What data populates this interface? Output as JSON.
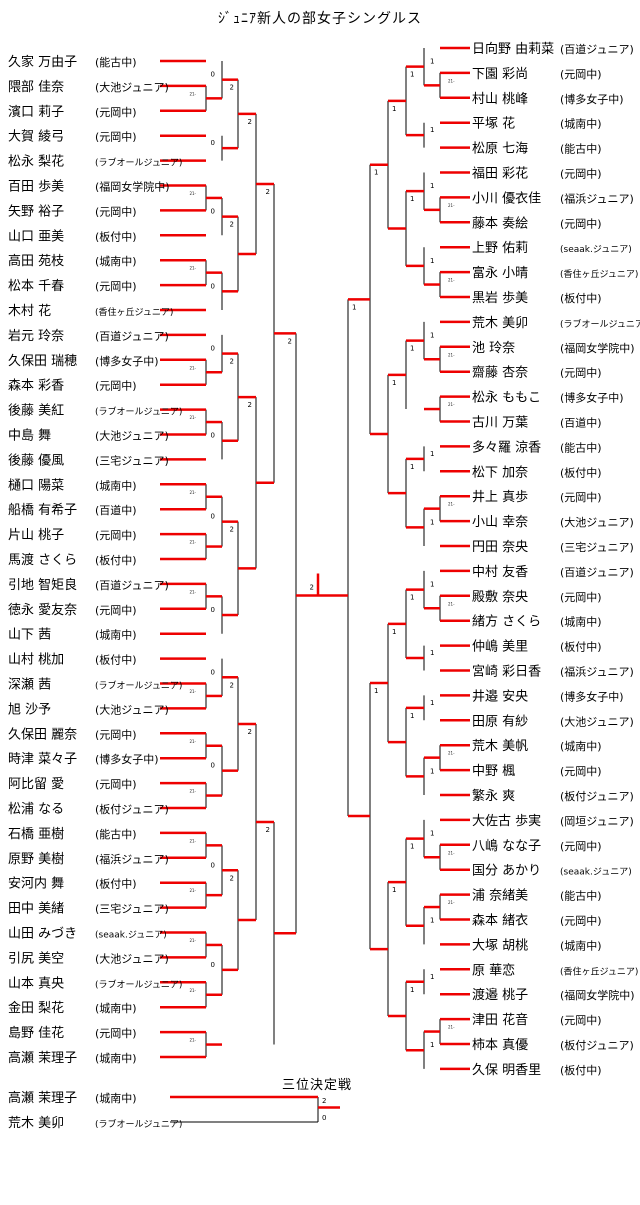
{
  "title": "ｼﾞｭﾆｱ新人の部女子シングルス",
  "third_place_label": "三位決定戦",
  "colors": {
    "winner_line": "#e00000",
    "loser_line": "#000000"
  },
  "left": [
    {
      "name": "久家 万由子",
      "team": "(能古中)"
    },
    {
      "name": "隈部 佳奈",
      "team": "(大池ジュニア)"
    },
    {
      "name": "濱口 莉子",
      "team": "(元岡中)"
    },
    {
      "name": "大賀 綾弓",
      "team": "(元岡中)"
    },
    {
      "name": "松永 梨花",
      "team": "(ラブオールジュニア)"
    },
    {
      "name": "百田 歩美",
      "team": "(福岡女学院中)"
    },
    {
      "name": "矢野 裕子",
      "team": "(元岡中)"
    },
    {
      "name": "山口 亜美",
      "team": "(板付中)"
    },
    {
      "name": "高田 苑枝",
      "team": "(城南中)"
    },
    {
      "name": "松本 千春",
      "team": "(元岡中)"
    },
    {
      "name": "木村 花",
      "team": "(香住ヶ丘ジュニア)"
    },
    {
      "name": "岩元 玲奈",
      "team": "(百道ジュニア)"
    },
    {
      "name": "久保田 瑞穂",
      "team": "(博多女子中)"
    },
    {
      "name": "森本 彩香",
      "team": "(元岡中)"
    },
    {
      "name": "後藤 美紅",
      "team": "(ラブオールジュニア)"
    },
    {
      "name": "中島 舞",
      "team": "(大池ジュニア)"
    },
    {
      "name": "後藤 優風",
      "team": "(三宅ジュニア)"
    },
    {
      "name": "樋口 陽菜",
      "team": "(城南中)"
    },
    {
      "name": "船橋 有希子",
      "team": "(百道中)"
    },
    {
      "name": "片山 桃子",
      "team": "(元岡中)"
    },
    {
      "name": "馬渡 さくら",
      "team": "(板付中)"
    },
    {
      "name": "引地 智矩良",
      "team": "(百道ジュニア)"
    },
    {
      "name": "徳永 愛友奈",
      "team": "(元岡中)"
    },
    {
      "name": "山下 茜",
      "team": "(城南中)"
    },
    {
      "name": "山村 桃加",
      "team": "(板付中)"
    },
    {
      "name": "深瀬 茜",
      "team": "(ラブオールジュニア)"
    },
    {
      "name": "旭 沙予",
      "team": "(大池ジュニア)"
    },
    {
      "name": "久保田 麗奈",
      "team": "(元岡中)"
    },
    {
      "name": "時津 菜々子",
      "team": "(博多女子中)"
    },
    {
      "name": "阿比留 愛",
      "team": "(元岡中)"
    },
    {
      "name": "松浦 なる",
      "team": "(板付ジュニア)"
    },
    {
      "name": "石橋 亜樹",
      "team": "(能古中)"
    },
    {
      "name": "原野 美樹",
      "team": "(福浜ジュニア)"
    },
    {
      "name": "安河内 舞",
      "team": "(板付中)"
    },
    {
      "name": "田中 美緒",
      "team": "(三宅ジュニア)"
    },
    {
      "name": "山田 みづき",
      "team": "(seaak.ジュニア)"
    },
    {
      "name": "引尻 美空",
      "team": "(大池ジュニア)"
    },
    {
      "name": "山本 真央",
      "team": "(ラブオールジュニア)"
    },
    {
      "name": "金田 梨花",
      "team": "(城南中)"
    },
    {
      "name": "島野 佳花",
      "team": "(元岡中)"
    },
    {
      "name": "高瀬 茉理子",
      "team": "(城南中)"
    }
  ],
  "right": [
    {
      "name": "日向野 由莉菜",
      "team": "(百道ジュニア)"
    },
    {
      "name": "下園 彩尚",
      "team": "(元岡中)"
    },
    {
      "name": "村山 桃峰",
      "team": "(博多女子中)"
    },
    {
      "name": "平塚 花",
      "team": "(城南中)"
    },
    {
      "name": "松原 七海",
      "team": "(能古中)"
    },
    {
      "name": "福田 彩花",
      "team": "(元岡中)"
    },
    {
      "name": "小川 優衣佳",
      "team": "(福浜ジュニア)"
    },
    {
      "name": "藤本 奏絵",
      "team": "(元岡中)"
    },
    {
      "name": "上野 佑莉",
      "team": "(seaak.ジュニア)"
    },
    {
      "name": "富永 小晴",
      "team": "(香住ヶ丘ジュニア)"
    },
    {
      "name": "黒岩 歩美",
      "team": "(板付中)"
    },
    {
      "name": "荒木 美卯",
      "team": "(ラブオールジュニア)"
    },
    {
      "name": "池 玲奈",
      "team": "(福岡女学院中)"
    },
    {
      "name": "齋藤 杏奈",
      "team": "(元岡中)"
    },
    {
      "name": "松永 ももこ",
      "team": "(博多女子中)"
    },
    {
      "name": "古川 万葉",
      "team": "(百道中)"
    },
    {
      "name": "多々羅 涼香",
      "team": "(能古中)"
    },
    {
      "name": "松下 加奈",
      "team": "(板付中)"
    },
    {
      "name": "井上 真歩",
      "team": "(元岡中)"
    },
    {
      "name": "小山 幸奈",
      "team": "(大池ジュニア)"
    },
    {
      "name": "円田 奈央",
      "team": "(三宅ジュニア)"
    },
    {
      "name": "中村 友香",
      "team": "(百道ジュニア)"
    },
    {
      "name": "殿敷 奈央",
      "team": "(元岡中)"
    },
    {
      "name": "緒方 さくら",
      "team": "(城南中)"
    },
    {
      "name": "仲嶋 美里",
      "team": "(板付中)"
    },
    {
      "name": "宮崎 彩日香",
      "team": "(福浜ジュニア)"
    },
    {
      "name": "井邉 安央",
      "team": "(博多女子中)"
    },
    {
      "name": "田原 有紗",
      "team": "(大池ジュニア)"
    },
    {
      "name": "荒木 美帆",
      "team": "(城南中)"
    },
    {
      "name": "中野 楓",
      "team": "(元岡中)"
    },
    {
      "name": "繁永 爽",
      "team": "(板付ジュニア)"
    },
    {
      "name": "大佐古 歩実",
      "team": "(岡垣ジュニア)"
    },
    {
      "name": "八嶋 なな子",
      "team": "(元岡中)"
    },
    {
      "name": "国分 あかり",
      "team": "(seaak.ジュニア)"
    },
    {
      "name": "浦 奈緒美",
      "team": "(能古中)"
    },
    {
      "name": "森本 緒衣",
      "team": "(元岡中)"
    },
    {
      "name": "大塚 胡桃",
      "team": "(城南中)"
    },
    {
      "name": "原 華恋",
      "team": "(香住ヶ丘ジュニア)"
    },
    {
      "name": "渡邉 桃子",
      "team": "(福岡女学院中)"
    },
    {
      "name": "津田 花音",
      "team": "(元岡中)"
    },
    {
      "name": "柿本 真優",
      "team": "(板付ジュニア)"
    },
    {
      "name": "久保 明香里",
      "team": "(板付中)"
    }
  ],
  "third_place": [
    {
      "name": "高瀬 茉理子",
      "team": "(城南中)"
    },
    {
      "name": "荒木 美卯",
      "team": "(ラブオールジュニア)"
    }
  ]
}
